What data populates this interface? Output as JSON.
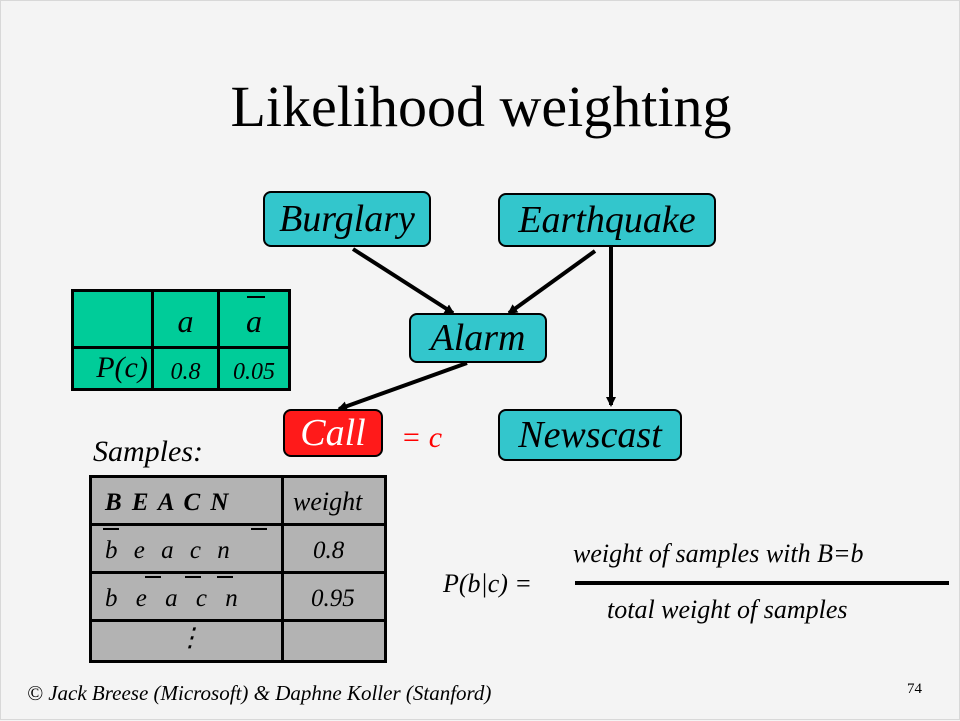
{
  "slide": {
    "title": "Likelihood weighting",
    "footer": "© Jack Breese (Microsoft) & Daphne Koller (Stanford)",
    "page_number": "74"
  },
  "network": {
    "nodes": {
      "burglary": "Burglary",
      "earthquake": "Earthquake",
      "alarm": "Alarm",
      "call": "Call",
      "newscast": "Newscast"
    },
    "evidence": "= c"
  },
  "cpt": {
    "col_a": "a",
    "col_not_a": "a",
    "row_label": "P(c)",
    "val_a": "0.8",
    "val_not_a": "0.05"
  },
  "samples": {
    "label": "Samples:",
    "header_vars": "B E A C N",
    "header_weight": "weight",
    "rows": [
      {
        "vars": "b e a c n",
        "weight": "0.8"
      },
      {
        "vars": "b e a c n",
        "weight": "0.95"
      }
    ],
    "more": "⋮"
  },
  "formula": {
    "lhs": "P(b|c) =",
    "numerator": "weight of samples with B=b",
    "denominator": "total weight of samples"
  },
  "colors": {
    "node_fill": "#33c6cc",
    "evidence_fill": "#ff1a1a",
    "cpt_fill": "#00cc99",
    "sample_fill": "#b3b3b3",
    "evidence_text": "#ff0000"
  }
}
